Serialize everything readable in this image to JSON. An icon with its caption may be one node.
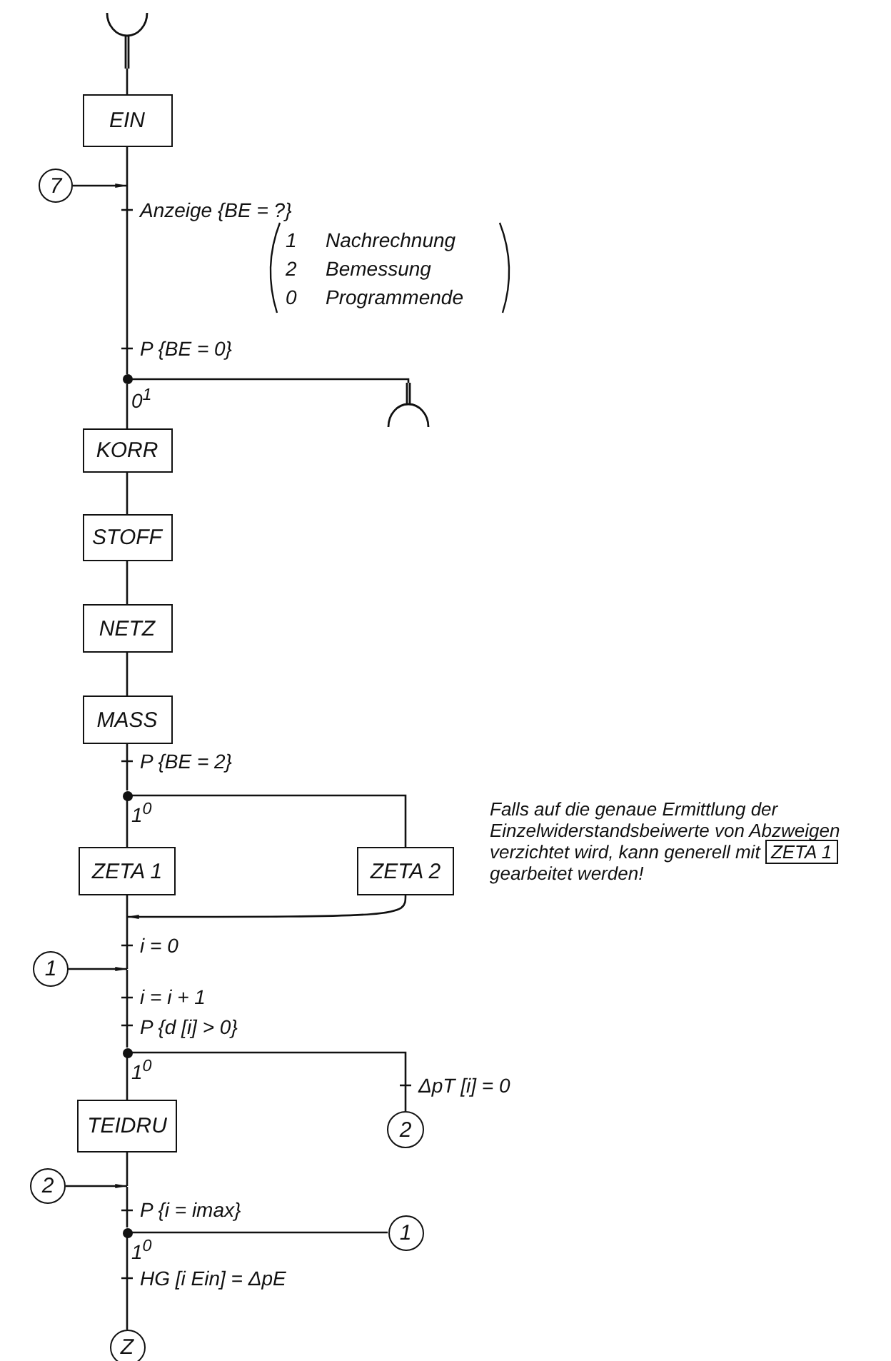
{
  "diagram": {
    "nodes": [
      {
        "text": [],
        "shape": "arc"
      },
      {
        "text": [
          "EIN"
        ]
      },
      {
        "text": [
          "7"
        ]
      },
      {
        "text": [
          "Anzeige {BE = ?}"
        ]
      },
      {
        "text": [
          "P {BE = 0}"
        ]
      },
      {
        "text": [],
        "shape": "dot"
      },
      {
        "text": [],
        "shape": "arc"
      },
      {
        "text": [
          "KORR"
        ]
      },
      {
        "text": [
          "STOFF"
        ]
      },
      {
        "text": [
          "NETZ"
        ]
      },
      {
        "text": [
          "MASS"
        ]
      },
      {
        "text": [
          "P {BE = 2}"
        ]
      },
      {
        "text": [],
        "shape": "dot"
      },
      {
        "text": [
          "ZETA 1"
        ]
      },
      {
        "text": [
          "ZETA 2"
        ]
      },
      {
        "text": [
          "i = 0"
        ]
      },
      {
        "text": [
          "1"
        ]
      },
      {
        "text": [
          "i = i + 1"
        ]
      },
      {
        "text": [
          "P {d [i] > 0}"
        ]
      },
      {
        "text": [],
        "shape": "dot"
      },
      {
        "text": [
          "ΔpT [i] = 0"
        ]
      },
      {
        "text": [
          "2"
        ]
      },
      {
        "text": [
          "TEIDRU"
        ]
      },
      {
        "text": [
          "2"
        ]
      },
      {
        "text": [
          "P {i = imax}"
        ]
      },
      {
        "text": [],
        "shape": "dot"
      },
      {
        "text": [
          "1"
        ]
      },
      {
        "text": [
          "HG [i Ein] = ΔpE"
        ]
      },
      {
        "text": [
          "Z"
        ]
      }
    ],
    "edges": [
      {
        "from": 0,
        "to": 1,
        "arrow": "none"
      },
      {
        "from": 1,
        "to": 3,
        "arrow": "none"
      },
      {
        "from": 2,
        "to": 3,
        "arrow": "to"
      },
      {
        "from": 3,
        "to": 4,
        "arrow": "none"
      },
      {
        "from": 4,
        "to": 5,
        "arrow": "none"
      },
      {
        "from": 5,
        "to": 6,
        "arrow": "none"
      },
      {
        "from": 5,
        "to": 7,
        "arrow": "none"
      },
      {
        "from": 7,
        "to": 8,
        "arrow": "none"
      },
      {
        "from": 8,
        "to": 9,
        "arrow": "none"
      },
      {
        "from": 9,
        "to": 10,
        "arrow": "none"
      },
      {
        "from": 10,
        "to": 11,
        "arrow": "none"
      },
      {
        "from": 11,
        "to": 12,
        "arrow": "none"
      },
      {
        "from": 12,
        "to": 13,
        "arrow": "none"
      },
      {
        "from": 12,
        "to": 14,
        "arrow": "none"
      },
      {
        "from": 13,
        "to": 15,
        "arrow": "none"
      },
      {
        "from": 14,
        "to": 15,
        "arrow": "to"
      },
      {
        "from": 15,
        "to": 17,
        "arrow": "none"
      },
      {
        "from": 16,
        "to": 17,
        "arrow": "to"
      },
      {
        "from": 17,
        "to": 18,
        "arrow": "none"
      },
      {
        "from": 18,
        "to": 19,
        "arrow": "none"
      },
      {
        "from": 19,
        "to": 22,
        "arrow": "none"
      },
      {
        "from": 19,
        "to": 20,
        "arrow": "none"
      },
      {
        "from": 20,
        "to": 21,
        "arrow": "none"
      },
      {
        "from": 22,
        "to": 24,
        "arrow": "none"
      },
      {
        "from": 23,
        "to": 24,
        "arrow": "to"
      },
      {
        "from": 24,
        "to": 25,
        "arrow": "none"
      },
      {
        "from": 25,
        "to": 26,
        "arrow": "none"
      },
      {
        "from": 25,
        "to": 27,
        "arrow": "none"
      },
      {
        "from": 27,
        "to": 28,
        "arrow": "none"
      }
    ],
    "labels": [
      "1",
      "Nachrechnung",
      "2",
      "Bemessung",
      "0",
      "Programmende",
      "0$^{1}$",
      "1$^{0}$",
      "Falls auf die genaue Ermittlung der Einzelwiderstandsbeiwerte von Abzweigen verzichtet wird, kann generell mit",
      "ZETA 1",
      "gearbeitet werden!",
      "1$^{0}$",
      "1$^{0}$"
    ]
  }
}
